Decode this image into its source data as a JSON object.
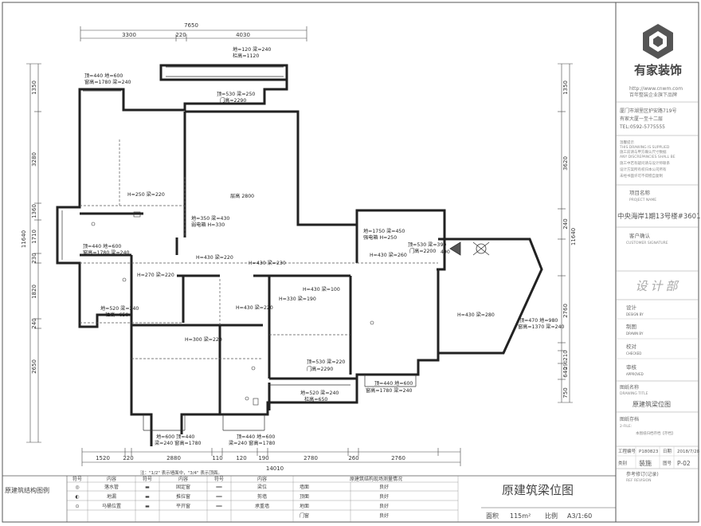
{
  "dims": {
    "top_total": "7650",
    "top": [
      "3300",
      "220",
      "4030"
    ],
    "bottom_total": "14010",
    "bottom": [
      "1520",
      "220",
      "2880",
      "110",
      "120",
      "190",
      "2780",
      "260",
      "2760"
    ],
    "left_total": "11640",
    "left": [
      "1350",
      "3280",
      "1360",
      "1710",
      "230",
      "1820",
      "240",
      "2650"
    ],
    "right_total": "11640",
    "right": [
      "1350",
      "3620",
      "240",
      "2760",
      "210",
      "250",
      "640",
      "750"
    ]
  },
  "plan_labels": [
    {
      "text": "地=120  梁=240",
      "sub": "栏高=1120"
    },
    {
      "text": "顶=440   地=600",
      "sub": "窗高=1780  梁=240"
    },
    {
      "text": "顶=530  梁=250",
      "sub": "门高=2290"
    },
    {
      "text": "H=250  梁=220"
    },
    {
      "text": "层高 2800"
    },
    {
      "text": "地=350  梁=430",
      "sub": "弱电箱  H=330"
    },
    {
      "text": "地=1750  梁=450",
      "sub": "强电箱  H=250"
    },
    {
      "text": "顶=530  梁=390",
      "sub": "门高=2200"
    },
    {
      "text": "顶=440   地=600",
      "sub": "窗高=1780  梁=240"
    },
    {
      "text": "H=430  梁=220"
    },
    {
      "text": "H=430  梁=230"
    },
    {
      "text": "H=430  梁=260"
    },
    {
      "text": "H=270  梁=220"
    },
    {
      "text": "H=430  梁=100"
    },
    {
      "text": "H=330  梁=190"
    },
    {
      "text": "H=430  梁=220"
    },
    {
      "text": "H=430  梁=280"
    },
    {
      "text": "顶=470   地=980",
      "sub": "窗高=1370  梁=240"
    },
    {
      "text": "地=520  梁=240",
      "sub": "栏高=650"
    },
    {
      "text": "H=300  梁=220"
    },
    {
      "text": "顶=530  梁=220",
      "sub": "门高=2290"
    },
    {
      "text": "地=520  梁=240",
      "sub": "栏高=650"
    },
    {
      "text": "顶=440   地=600",
      "sub": "窗高=1780  梁=240"
    },
    {
      "text": "地=600   顶=440",
      "sub": "梁=240  窗高=1780"
    },
    {
      "text": "顶=440   地=600",
      "sub": "梁=240  窗高=1780"
    },
    {
      "text": "490"
    }
  ],
  "legend": {
    "section_title": "原建筑结构图例",
    "note": "注：\"1/2\" 表示墙面中，\"3/4\" 表示顶面。",
    "headers": [
      "符号",
      "内容",
      "符号",
      "内容",
      "符号",
      "内容"
    ],
    "rows": [
      [
        "◎",
        "落水管",
        "▬",
        "固定窗",
        "══",
        "梁位"
      ],
      [
        "◐",
        "地漏",
        "▬",
        "推拉窗",
        "══",
        "剪墙"
      ],
      [
        "⊙",
        "马桶位置",
        "▬",
        "平开窗",
        "══",
        "承重墙"
      ]
    ],
    "survey_title": "原建筑结构现场测量情况",
    "survey_rows": [
      [
        "墙面",
        "良好"
      ],
      [
        "顶面",
        "良好"
      ],
      [
        "地面",
        "良好"
      ],
      [
        "门窗",
        "良好"
      ]
    ]
  },
  "footer": {
    "drawing_title": "原建筑梁位图",
    "area_label": "面积",
    "area_value": "115m²",
    "scale_label": "比例",
    "scale_value": "A3/1:60"
  },
  "title_block": {
    "company": "有家装饰",
    "website": "http://www.cnwm.com",
    "slogan": "百年整装企业旗下品牌",
    "address": "厦门市湖里区护安路719号",
    "address2": "有家大厦一至十二层",
    "phone": "TEL:0592-5775555",
    "fine_print": [
      "温馨提示",
      "THIS DRAWING IS SUPPLIED",
      "施工前请与甲方确认尺寸数据",
      "ANY DISCREPANCIES SHALL BE",
      "施工中若有疑问请与设计师联系",
      "设计方案所有权归本公司所有",
      "未经书面许可不得擅自复制"
    ],
    "project_label": "项目名称",
    "project_label_en": "PROJECT NAME",
    "project_name": "中央海岸1期13号楼#3601",
    "client_label": "客户确认",
    "client_label_en": "CUSTOMER SIGNATURE",
    "design_dept": "设计部",
    "roles": [
      {
        "label": "设计",
        "en": "DESIGN BY"
      },
      {
        "label": "制图",
        "en": "DRAWN BY"
      },
      {
        "label": "校对",
        "en": "CHECKED"
      },
      {
        "label": "审核",
        "en": "APPROVED"
      }
    ],
    "drawing_name_label": "图纸名称",
    "drawing_name_en": "DRAWING TITLE",
    "drawing_name": "原建筑梁位图",
    "archive_label": "图纸存档",
    "archive_en": "2-FILE:",
    "archive_note": "本图纸归档存档【存档】",
    "project_no_label": "工程编号",
    "project_no": "P180823",
    "date_label": "日期",
    "date": "2018/7/28",
    "stage_label": "类别",
    "stage": "装施",
    "sheet_no_label": "图号",
    "sheet_no": "P-02",
    "revision_label": "参考修订(记录)",
    "revision_en": "REF REVISION"
  }
}
